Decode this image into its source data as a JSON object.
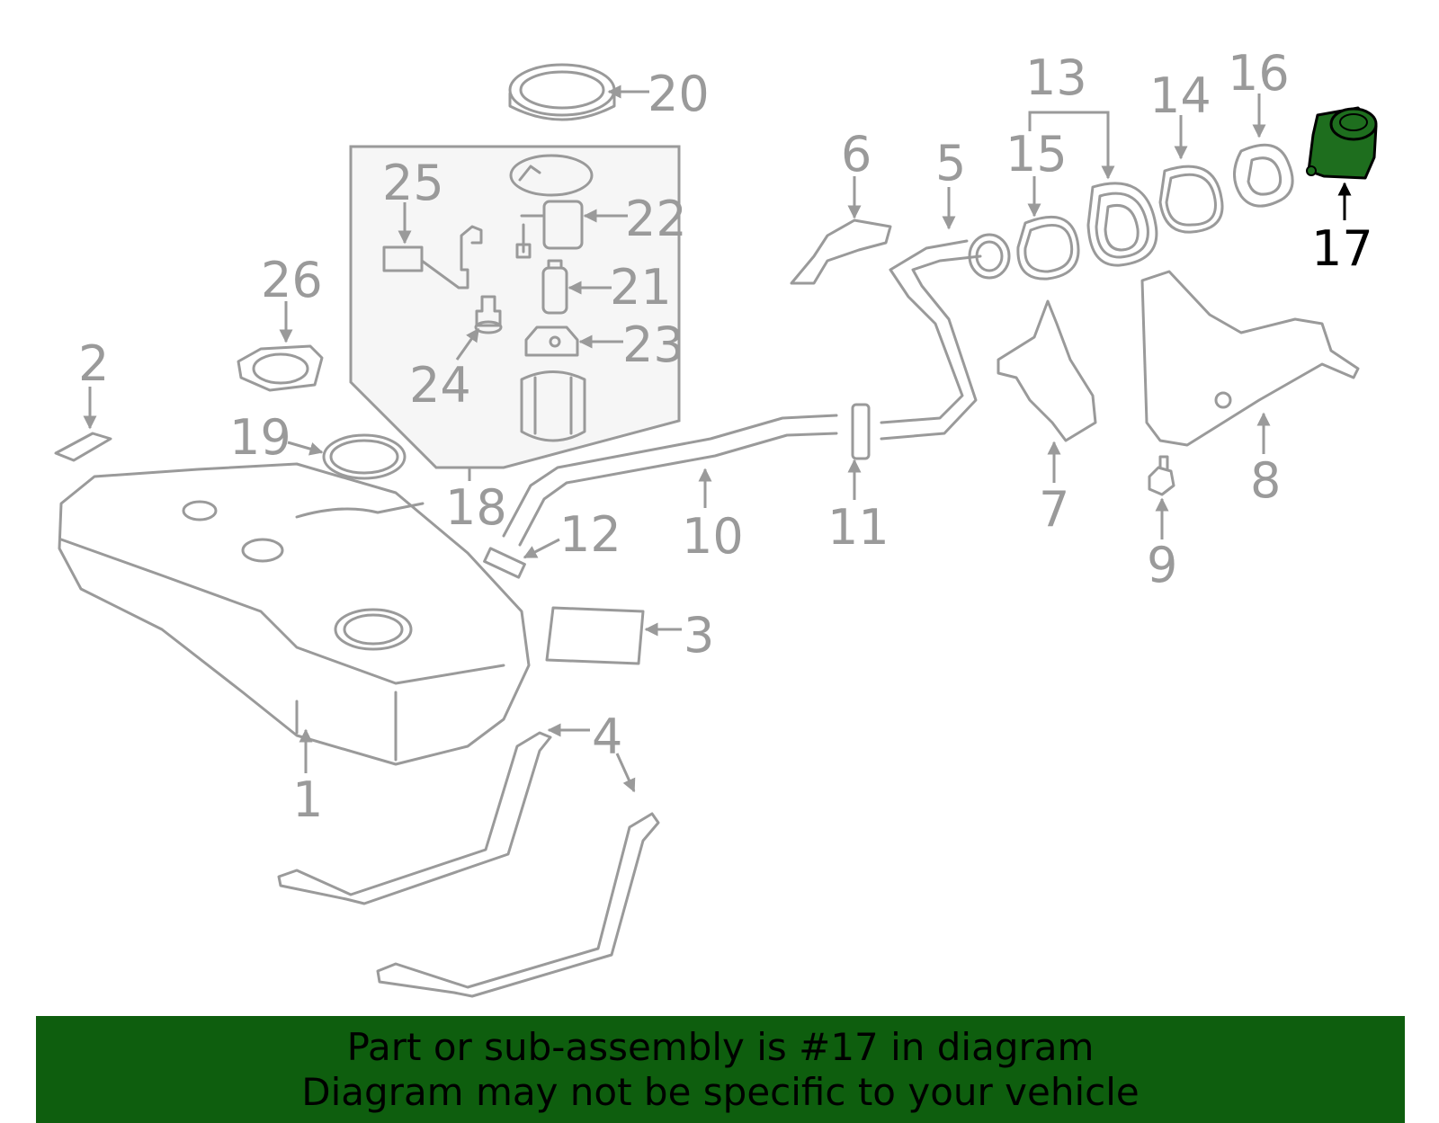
{
  "diagram": {
    "highlighted_part": "17",
    "highlight_color": "#1e6e1e",
    "line_color": "#9a9a9a",
    "labels": {
      "p1": "1",
      "p2": "2",
      "p3": "3",
      "p4": "4",
      "p5": "5",
      "p6": "6",
      "p7": "7",
      "p8": "8",
      "p9": "9",
      "p10": "10",
      "p11": "11",
      "p12": "12",
      "p13": "13",
      "p14": "14",
      "p15": "15",
      "p16": "16",
      "p17": "17",
      "p18": "18",
      "p19": "19",
      "p20": "20",
      "p21": "21",
      "p22": "22",
      "p23": "23",
      "p24": "24",
      "p25": "25",
      "p26": "26"
    }
  },
  "banner": {
    "line1": "Part or sub-assembly is #17 in diagram",
    "line2": "Diagram may not be specific to your vehicle",
    "background": "#0e5e0e"
  }
}
